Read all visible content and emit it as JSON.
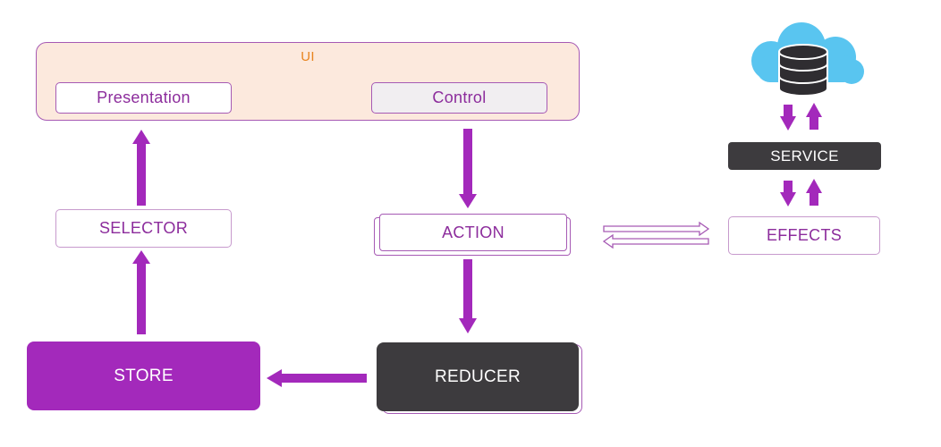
{
  "diagram": {
    "ui": {
      "label": "UI"
    },
    "presentation": {
      "label": "Presentation"
    },
    "control": {
      "label": "Control"
    },
    "selector": {
      "label": "SELECTOR"
    },
    "action": {
      "label": "ACTION"
    },
    "effects": {
      "label": "EFFECTS"
    },
    "service": {
      "label": "SERVICE"
    },
    "store": {
      "label": "STORE"
    },
    "reducer": {
      "label": "REDUCER"
    },
    "database": {
      "icon": "cloud-database-icon"
    }
  },
  "colors": {
    "accent_purple": "#a329bb",
    "ui_fill": "#fce9dd",
    "ui_label": "#e8841f",
    "border_purple": "#a65ab4",
    "text_purple": "#8c2c9c",
    "dark_box": "#3d3b3e",
    "cloud": "#59c5f0"
  }
}
